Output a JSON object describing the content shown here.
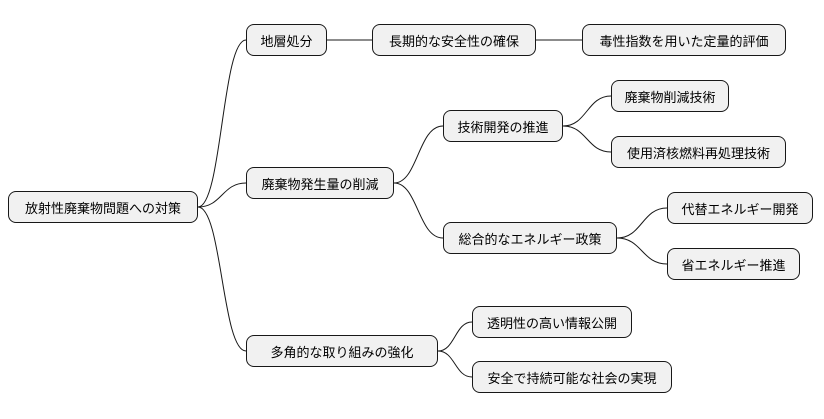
{
  "mindmap": {
    "root": "放射性廃棄物問題への対策",
    "branches": [
      {
        "label": "地層処分",
        "children": [
          {
            "label": "長期的な安全性の確保",
            "children": [
              {
                "label": "毒性指数を用いた定量的評価"
              }
            ]
          }
        ]
      },
      {
        "label": "廃棄物発生量の削減",
        "children": [
          {
            "label": "技術開発の推進",
            "children": [
              {
                "label": "廃棄物削減技術"
              },
              {
                "label": "使用済核燃料再処理技術"
              }
            ]
          },
          {
            "label": "総合的なエネルギー政策",
            "children": [
              {
                "label": "代替エネルギー開発"
              },
              {
                "label": "省エネルギー推進"
              }
            ]
          }
        ]
      },
      {
        "label": "多角的な取り組みの強化",
        "children": [
          {
            "label": "透明性の高い情報公開"
          },
          {
            "label": "安全で持続可能な社会の実現"
          }
        ]
      }
    ]
  }
}
